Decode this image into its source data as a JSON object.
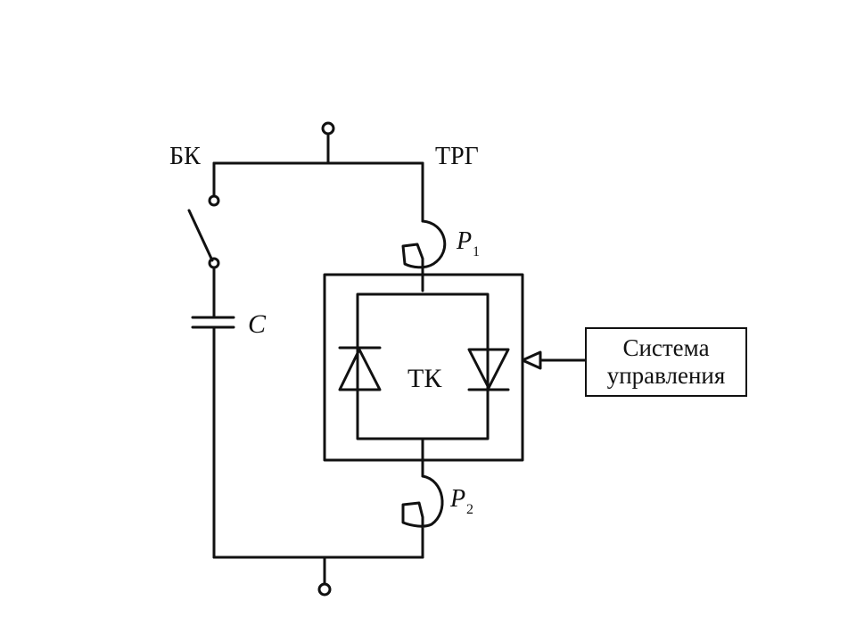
{
  "labels": {
    "battery_key": "БК",
    "reactor_group": "ТРГ",
    "capacitor": "C",
    "reactor_1": "P",
    "reactor_1_sub": "1",
    "reactor_2": "P",
    "reactor_2_sub": "2",
    "thyristor_key": "ТК",
    "control_line1": "Система",
    "control_line2": "управления"
  },
  "colors": {
    "line": "#111111",
    "background": "#ffffff"
  }
}
